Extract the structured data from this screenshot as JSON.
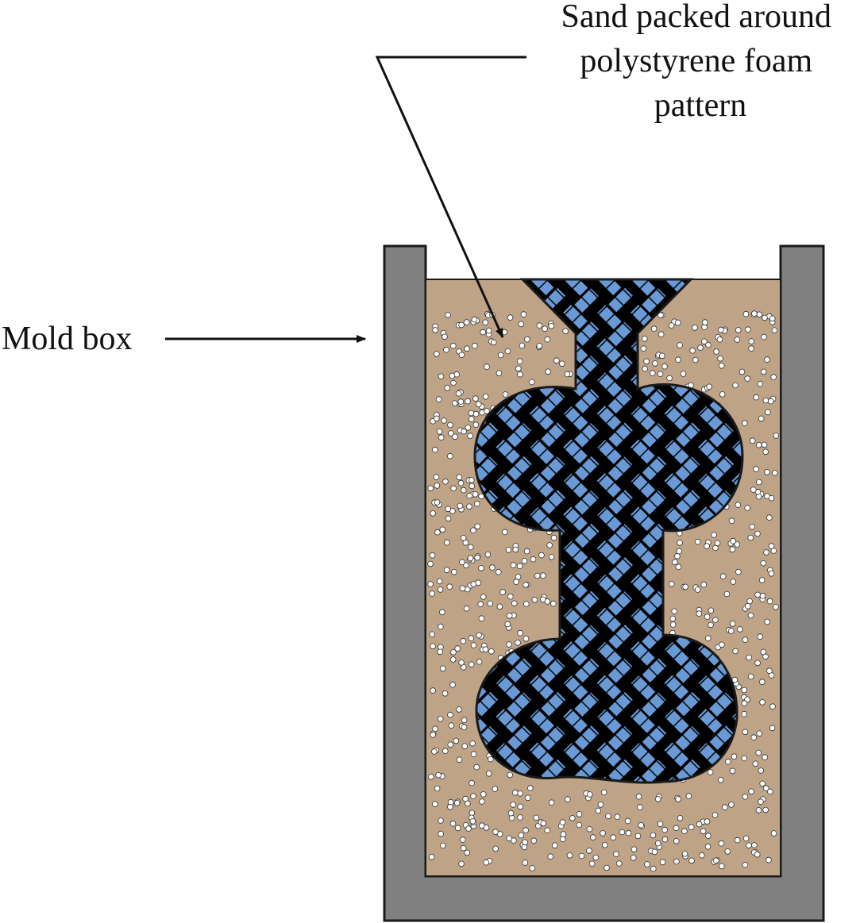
{
  "labels": {
    "sand_label_lines": [
      "Sand packed around",
      "polystyrene foam",
      "pattern"
    ],
    "mold_box_label": "Mold box"
  },
  "colors": {
    "mold_box": "#808080",
    "sand": "#bfa386",
    "pattern_weave": "#6a9ad6",
    "pattern_gaps": "#000000",
    "outline": "#1a1a1a",
    "sand_grain": "#ffffff"
  },
  "icons": {
    "sand_grains": "white-dot",
    "pattern_fill": "basket-weave"
  }
}
